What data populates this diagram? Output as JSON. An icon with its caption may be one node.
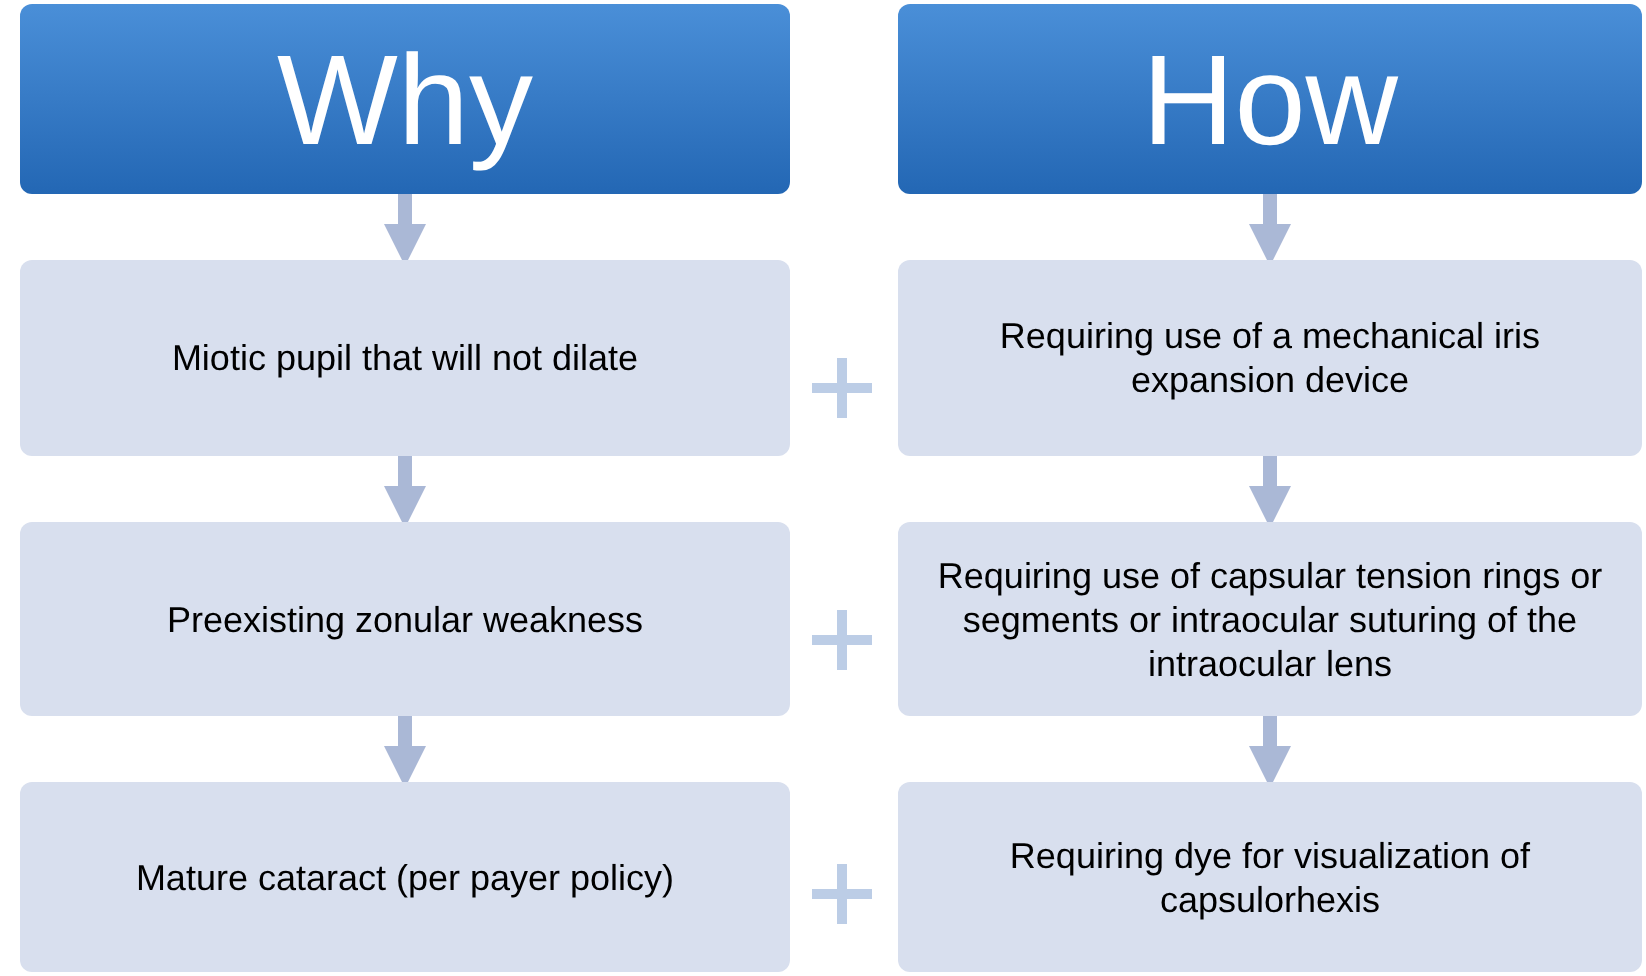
{
  "diagram": {
    "nodes": [
      {
        "text": [
          "Why"
        ]
      },
      {
        "text": [
          "Miotic pupil that will not dilate"
        ]
      },
      {
        "text": [
          "Preexisting zonular weakness"
        ]
      },
      {
        "text": [
          "Mature cataract (per payer policy)"
        ]
      },
      {
        "text": [
          "How"
        ]
      },
      {
        "text": [
          "Requiring use of a mechanical iris expansion device"
        ]
      },
      {
        "text": [
          "Requiring use of capsular tension rings or segments or intraocular suturing of the intraocular lens"
        ]
      },
      {
        "text": [
          "Requiring dye for visualization of capsulorhexis"
        ]
      }
    ],
    "edges": [
      {
        "from": 0,
        "to": 1,
        "arrow": "to"
      },
      {
        "from": 1,
        "to": 2,
        "arrow": "to"
      },
      {
        "from": 2,
        "to": 3,
        "arrow": "to"
      },
      {
        "from": 4,
        "to": 5,
        "arrow": "to"
      },
      {
        "from": 5,
        "to": 6,
        "arrow": "to"
      },
      {
        "from": 6,
        "to": 7,
        "arrow": "to"
      }
    ]
  }
}
